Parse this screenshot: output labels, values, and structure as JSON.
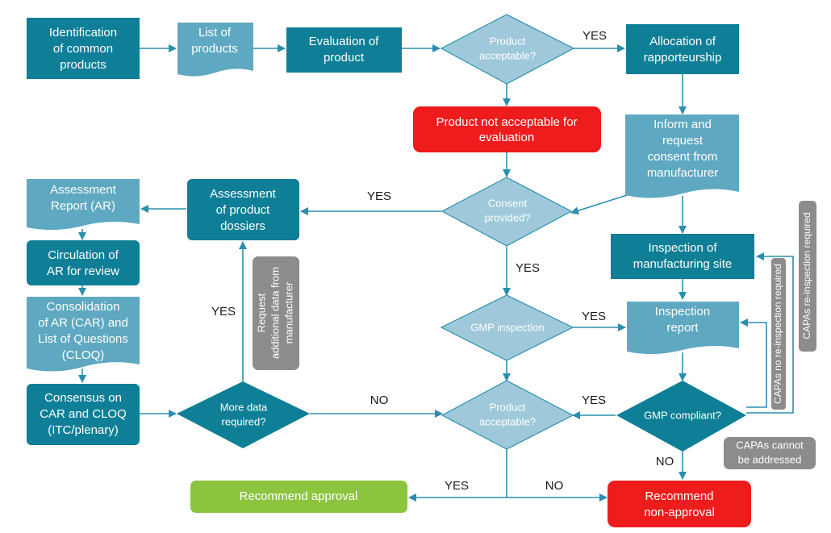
{
  "colors": {
    "teal_dark": "#0e7f96",
    "teal_light": "#5fa8c1",
    "diamond_light": "#9fc9da",
    "red": "#ee1c1c",
    "green": "#8cc43e",
    "gray": "#8c8c8c",
    "arrow": "#2a8fae"
  },
  "nodes": {
    "identification": [
      "Identification",
      "of common",
      "products"
    ],
    "list_products": [
      "List of",
      "products"
    ],
    "evaluation": [
      "Evaluation of",
      "product"
    ],
    "product_acceptable_1": [
      "Product",
      "acceptable?"
    ],
    "allocation": [
      "Allocation of",
      "rapporteurship"
    ],
    "not_acceptable": [
      "Product not acceptable for",
      "evaluation"
    ],
    "inform_request": [
      "Inform and",
      "request",
      "consent from",
      "manufacturer"
    ],
    "consent_provided": [
      "Consent",
      "provided?"
    ],
    "assessment_dossiers": [
      "Assessment",
      "of product",
      "dossiers"
    ],
    "assessment_report": [
      "Assessment",
      "Report (AR)"
    ],
    "circulation": [
      "Circulation of",
      "AR for review"
    ],
    "consolidation": [
      "Consolidation",
      "of AR (CAR) and",
      "List of Questions",
      "(CLOQ)"
    ],
    "consensus": [
      "Consensus on",
      "CAR and CLOQ",
      "(ITC/plenary)"
    ],
    "more_data": [
      "More data",
      "required?"
    ],
    "gmp_inspection": [
      "GMP inspection"
    ],
    "inspection_site": [
      "Inspection of",
      "manufacturing site"
    ],
    "inspection_report": [
      "Inspection",
      "report"
    ],
    "gmp_compliant": [
      "GMP compliant?"
    ],
    "product_acceptable_2": [
      "Product",
      "acceptable?"
    ],
    "recommend_approval": [
      "Recommend approval"
    ],
    "recommend_nonapproval": [
      "Recommend",
      "non-approval"
    ]
  },
  "notes": {
    "request_additional": [
      "Request",
      "additional data from",
      "manufacturer"
    ],
    "capas_no_reinspection": "CAPAs no re-inspection required",
    "capas_reinspection": "CAPAs re-inspection required",
    "capas_cannot": [
      "CAPAs cannot",
      "be addressed"
    ]
  },
  "edge_labels": {
    "yes_allocation": "YES",
    "yes_dossiers": "YES",
    "yes_gmp": "YES",
    "yes_report": "YES",
    "yes_more_data": "YES",
    "no_more_data": "NO",
    "yes_compliant": "YES",
    "no_compliant": "NO",
    "yes_approval": "YES",
    "no_approval": "NO"
  }
}
